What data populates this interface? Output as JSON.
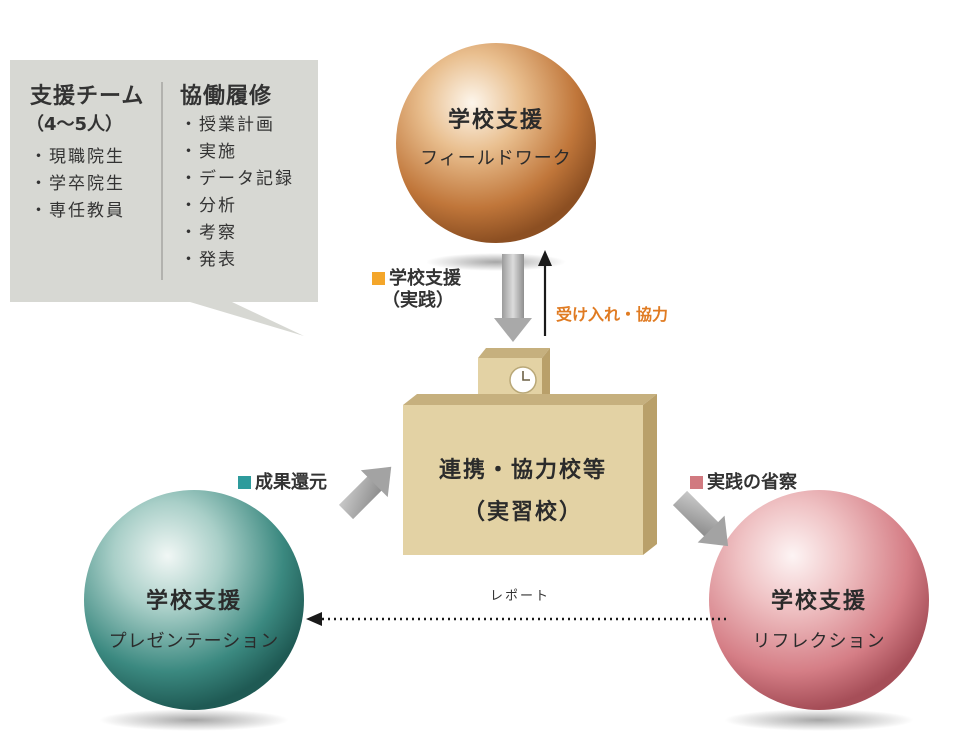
{
  "callout": {
    "team": {
      "title": "支援チーム",
      "size": "（4〜5人）",
      "members": [
        "・現職院生",
        "・学卒院生",
        "・専任教員"
      ]
    },
    "course": {
      "title": "協働履修",
      "steps": [
        "・授業計画",
        "・実施",
        "・データ記録",
        "・分析",
        "・考察",
        "・発表"
      ]
    }
  },
  "spheres": {
    "fieldwork": {
      "title": "学校支援",
      "subtitle": "フィールドワーク",
      "color": "#c98a4e"
    },
    "presentation": {
      "title": "学校支援",
      "subtitle": "プレゼンテーション",
      "color": "#3e8f86"
    },
    "reflection": {
      "title": "学校支援",
      "subtitle": "リフレクション",
      "color": "#d98a92"
    }
  },
  "school": {
    "name": "連携・協力校等",
    "note": "（実習校）",
    "color": "#e3d2a4"
  },
  "arrows": {
    "practice": {
      "line1": "学校支援",
      "line2": "（実践）",
      "marker_color": "#f4a62a"
    },
    "accept": {
      "label": "受け入れ・協力",
      "color": "#e07b22"
    },
    "results": {
      "label": "成果還元",
      "marker_color": "#2e9b9c"
    },
    "reflection": {
      "label": "実践の省察",
      "marker_color": "#d17a80"
    },
    "report": {
      "label": "レポート"
    }
  }
}
